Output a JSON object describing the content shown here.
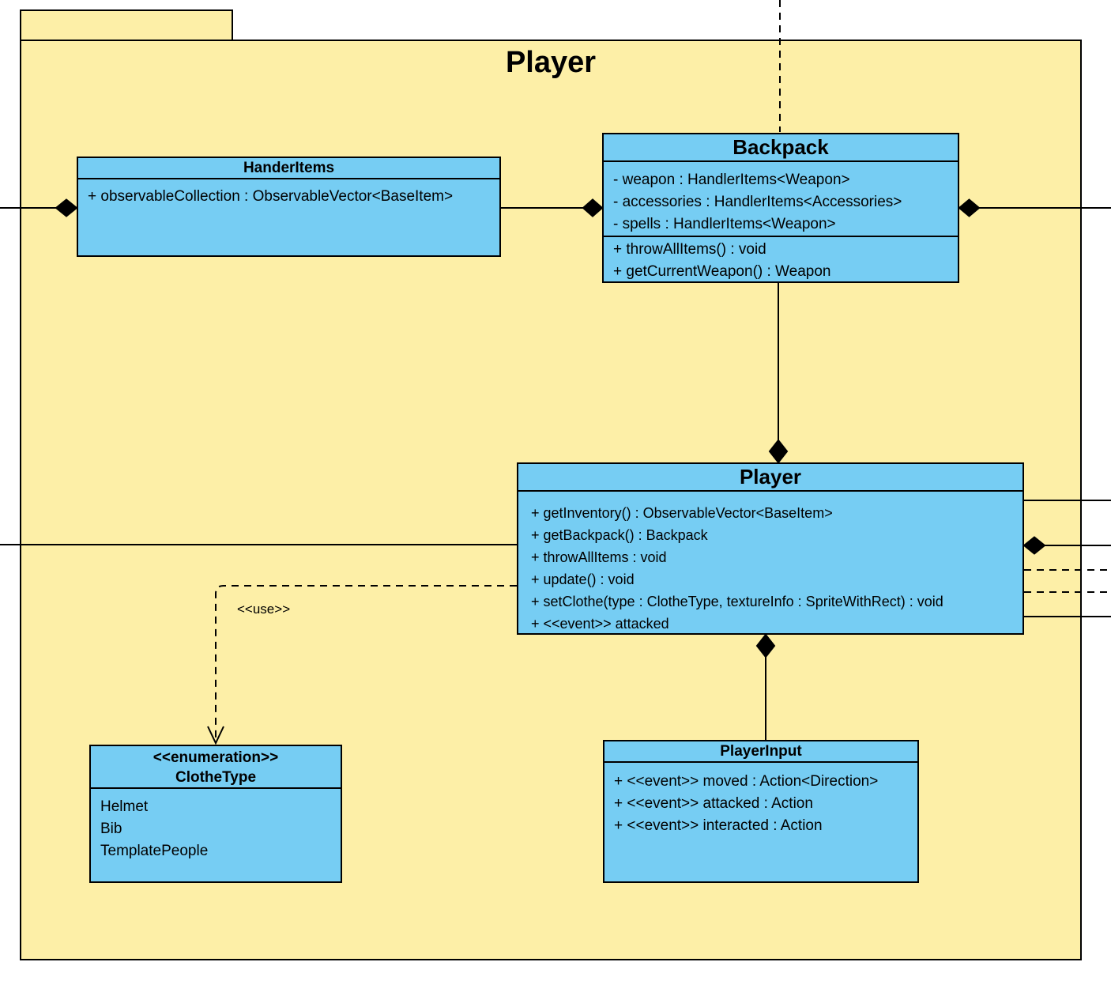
{
  "package": {
    "name": "Player"
  },
  "classes": {
    "handerItems": {
      "title": "HanderItems",
      "attributes": [
        "+ observableCollection : ObservableVector<BaseItem>"
      ]
    },
    "backpack": {
      "title": "Backpack",
      "attributes": [
        "- weapon : HandlerItems<Weapon>",
        "- accessories : HandlerItems<Accessories>",
        "- spells : HandlerItems<Weapon>"
      ],
      "methods": [
        "+ throwAllItems() : void",
        "+ getCurrentWeapon() : Weapon"
      ]
    },
    "player": {
      "title": "Player",
      "methods": [
        "+ getInventory() : ObservableVector<BaseItem>",
        "+ getBackpack() : Backpack",
        "+ throwAllItems : void",
        "+ update() : void",
        "+ setClothe(type : ClotheType, textureInfo : SpriteWithRect) : void",
        "+ <<event>> attacked"
      ]
    },
    "clotheType": {
      "stereotype": "<<enumeration>>",
      "title": "ClotheType",
      "literals": [
        "Helmet",
        "Bib",
        "TemplatePeople"
      ]
    },
    "playerInput": {
      "title": "PlayerInput",
      "members": [
        "+ <<event>> moved : Action<Direction>",
        "+ <<event>> attacked : Action",
        "+ <<event>> interacted : Action"
      ]
    }
  },
  "labels": {
    "use": "<<use>>"
  },
  "colors": {
    "packageFill": "#FDEFA7",
    "classFill": "#76CDF3",
    "border": "#000000",
    "background": "#FFFFFF"
  }
}
